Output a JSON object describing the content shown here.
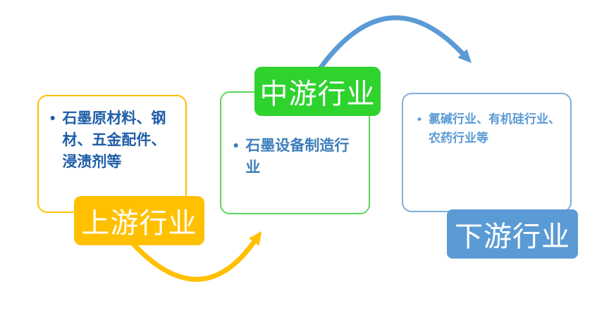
{
  "diagram": {
    "stages": [
      {
        "name": "upstream",
        "label": "上游行业",
        "bullet": "•",
        "items_text": "石墨原材料、钢材、五金配件、浸渍剂等",
        "accent_color": "#FFC000",
        "border_color": "#FFC000",
        "text_color": "#1F5EA8"
      },
      {
        "name": "midstream",
        "label": "中游行业",
        "bullet": "•",
        "items_text": "石墨设备制造行业",
        "accent_color": "#2ED32E",
        "border_color": "#5CD65C",
        "text_color": "#3D7EBB"
      },
      {
        "name": "downstream",
        "label": "下游行业",
        "bullet": "•",
        "items_text": "氯碱行业、有机硅行业、农药行业等",
        "accent_color": "#5B9BD5",
        "border_color": "#7FAEDC",
        "text_color": "#5B9BD5"
      }
    ],
    "arrows": [
      {
        "name": "upstream-to-midstream-arrow",
        "color": "#FFC000"
      },
      {
        "name": "midstream-to-downstream-arrow",
        "color": "#5B9BD5"
      }
    ]
  }
}
